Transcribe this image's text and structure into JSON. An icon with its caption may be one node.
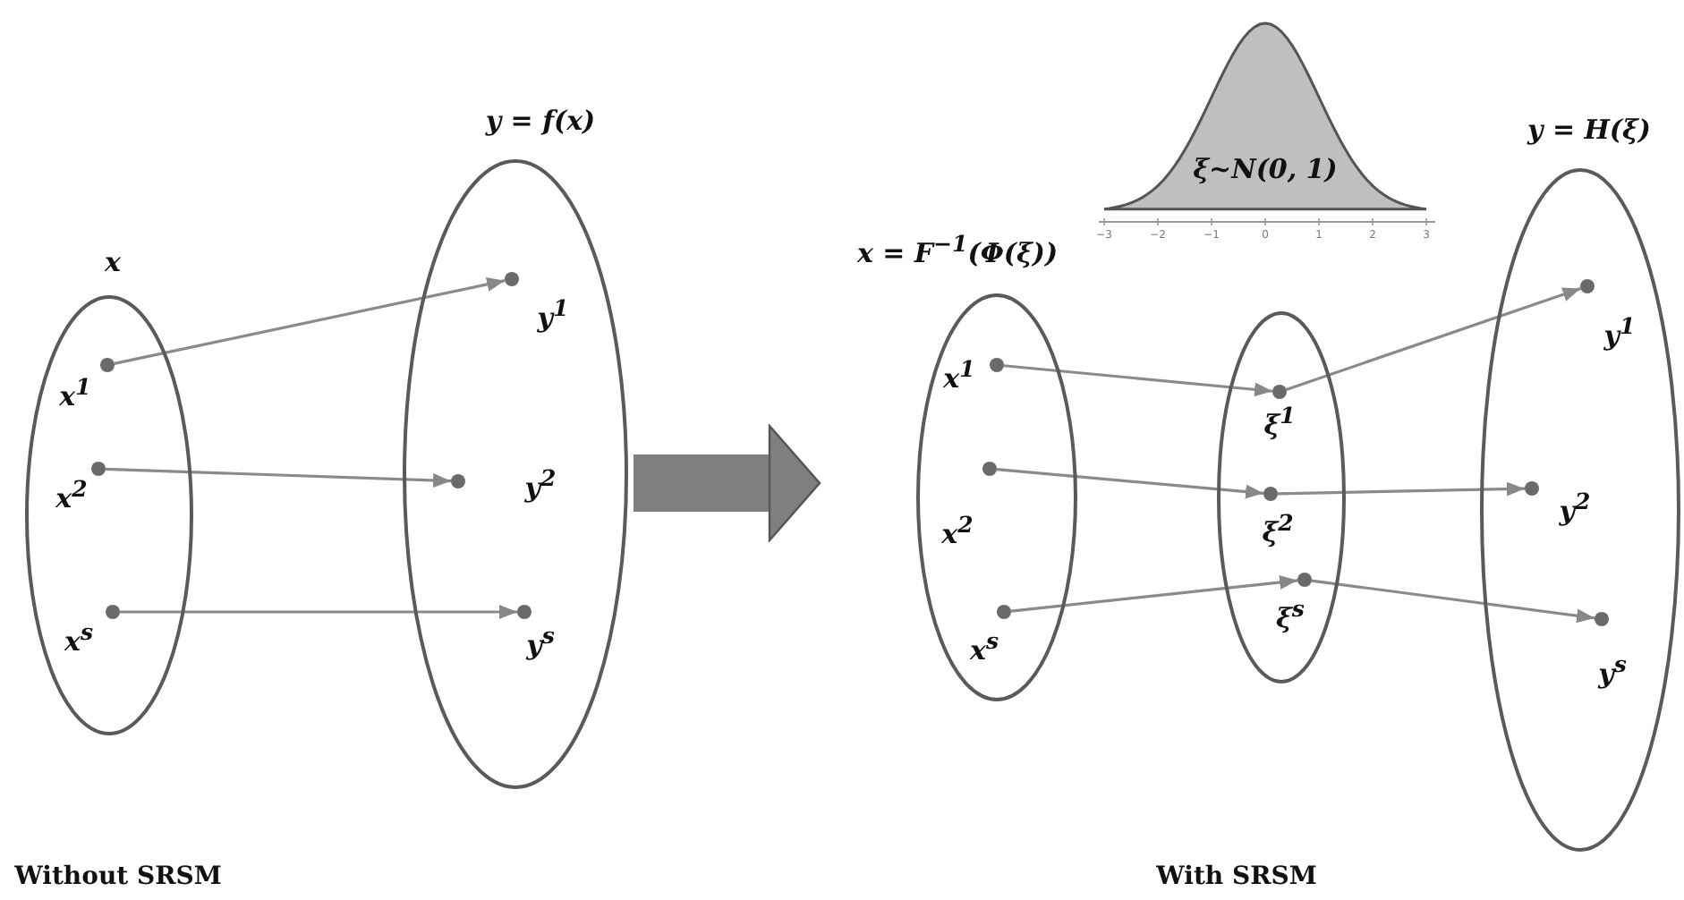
{
  "diagram": {
    "nodes": [
      {
        "text": [
          "x"
        ]
      },
      {
        "text": [],
        "shape": "circle",
        "in": 0,
        "beside": [
          "x$^{1}$"
        ]
      },
      {
        "text": [],
        "shape": "circle",
        "in": 0,
        "beside": [
          "x$^{2}$"
        ]
      },
      {
        "text": [],
        "shape": "circle",
        "in": 0,
        "beside": [
          "x$^{s}$"
        ]
      },
      {
        "text": [
          "y = f(x)"
        ]
      },
      {
        "text": [],
        "shape": "circle",
        "in": 4,
        "beside": [
          "y$^{1}$"
        ]
      },
      {
        "text": [],
        "shape": "circle",
        "in": 4,
        "beside": [
          "y$^{2}$"
        ]
      },
      {
        "text": [],
        "shape": "circle",
        "in": 4,
        "beside": [
          "y$^{s}$"
        ]
      },
      {
        "text": [
          "ξ~N(0, 1)"
        ]
      },
      {
        "text": [
          "x = F$^{−1}$(Φ(ξ))"
        ]
      },
      {
        "text": [],
        "shape": "circle",
        "in": 9,
        "beside": [
          "x$^{1}$"
        ]
      },
      {
        "text": [],
        "shape": "circle",
        "in": 9,
        "beside": [
          "x$^{2}$"
        ]
      },
      {
        "text": [],
        "shape": "circle",
        "in": 9,
        "beside": [
          "x$^{s}$"
        ]
      },
      {
        "text": [],
        "shape": "ellipse"
      },
      {
        "text": [],
        "shape": "circle",
        "in": 13,
        "beside": [
          "ξ$^{1}$"
        ]
      },
      {
        "text": [],
        "shape": "circle",
        "in": 13,
        "beside": [
          "ξ$^{2}$"
        ]
      },
      {
        "text": [],
        "shape": "circle",
        "in": 13,
        "beside": [
          "ξ$^{s}$"
        ]
      },
      {
        "text": [
          "y = H(ξ)"
        ]
      },
      {
        "text": [],
        "shape": "circle",
        "in": 17,
        "beside": [
          "y$^{1}$"
        ]
      },
      {
        "text": [],
        "shape": "circle",
        "in": 17,
        "beside": [
          "y$^{2}$"
        ]
      },
      {
        "text": [],
        "shape": "circle",
        "in": 17,
        "beside": [
          "y$^{s}$"
        ]
      }
    ],
    "edges": [
      {
        "from": 1,
        "to": 5,
        "arrow": "to"
      },
      {
        "from": 2,
        "to": 6,
        "arrow": "to"
      },
      {
        "from": 3,
        "to": 7,
        "arrow": "to"
      },
      {
        "from": 4,
        "to": 9,
        "arrow": "to",
        "style": "thick"
      },
      {
        "from": 10,
        "to": 14,
        "arrow": "to"
      },
      {
        "from": 11,
        "to": 15,
        "arrow": "to"
      },
      {
        "from": 12,
        "to": 16,
        "arrow": "to"
      },
      {
        "from": 14,
        "to": 18,
        "arrow": "to"
      },
      {
        "from": 15,
        "to": 19,
        "arrow": "to"
      },
      {
        "from": 16,
        "to": 20,
        "arrow": "to"
      }
    ],
    "labels": [
      "−3",
      "−2",
      "−1",
      "0",
      "1",
      "2",
      "3",
      "Without SRSM",
      "With SRSM"
    ]
  }
}
